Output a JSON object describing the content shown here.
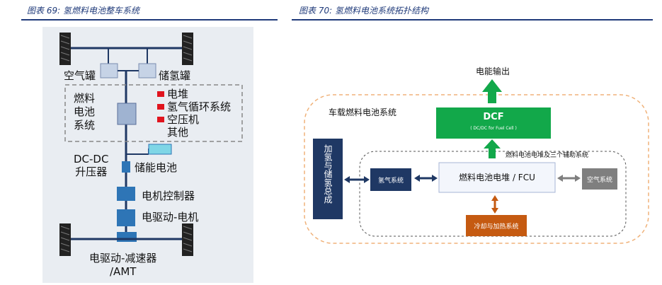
{
  "captions": {
    "left": "图表 69: 氢燃料电池整车系统",
    "right": "图表 70: 氢燃料电池系统拓扑结构"
  },
  "vehicle": {
    "air_tank": "空气罐",
    "h2_tank": "储氢罐",
    "fuel_cell_system": [
      "燃料",
      "电池",
      "系统"
    ],
    "components": [
      "电堆",
      "氢气循环系统",
      "空压机",
      "其他"
    ],
    "dcdc": [
      "DC-DC",
      "升压器"
    ],
    "battery": "储能电池",
    "motor_controller": "电机控制器",
    "drive_motor": "电驱动-电机",
    "reducer": [
      "电驱动-减速器",
      "/AMT"
    ]
  },
  "topology": {
    "power_output": "电能输出",
    "vehicle_system": "车载燃料电池系统",
    "dcf_title": "DCF",
    "dcf_sub": "( DC/DC for Fuel Cell )",
    "stack_aux": "燃料电池电堆及三个辅助系统",
    "refuel_storage": "加氢与储氢总成",
    "h2_system": "氢气系统",
    "fcu": "燃料电池电堆 / FCU",
    "air_system": "空气系统",
    "cooling": "冷却与加热系统"
  },
  "colors": {
    "navy": "#1f3864",
    "green": "#12a84a",
    "orange": "#c55a11",
    "gray": "#7f7f7f",
    "steel_blue": "#2e75b6",
    "caption_blue": "#1f3a7a"
  }
}
